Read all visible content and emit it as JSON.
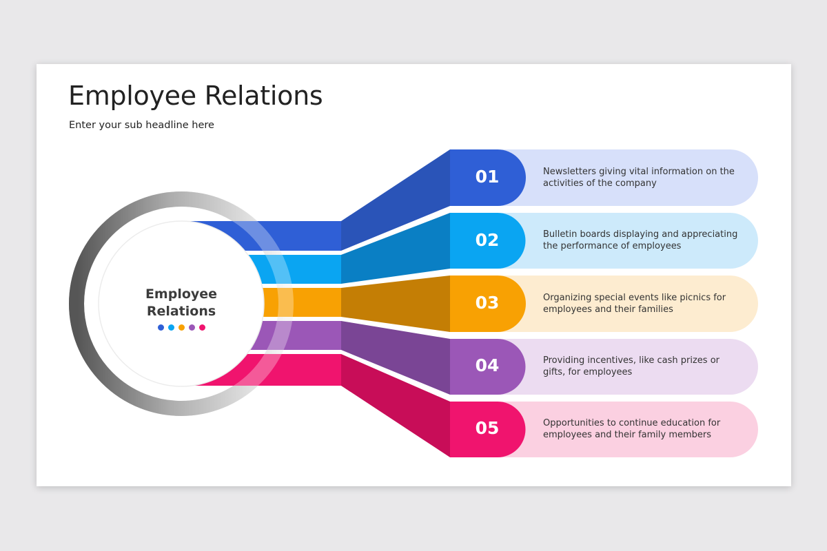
{
  "slide": {
    "title": "Employee Relations",
    "subtitle": "Enter your sub headline here"
  },
  "center": {
    "label_line1": "Employee",
    "label_line2": "Relations"
  },
  "items": [
    {
      "number": "01",
      "text": "Newsletters giving vital information on the activities of the company",
      "color": "#2f5fd6",
      "dark": "#2a54b8",
      "light": "#d7e0fa"
    },
    {
      "number": "02",
      "text": "Bulletin boards displaying and appreciating the performance of employees",
      "color": "#0aa5f2",
      "dark": "#0a7fc4",
      "light": "#cdeafb"
    },
    {
      "number": "03",
      "text": "Organizing special events like picnics for employees and their families",
      "color": "#f8a103",
      "dark": "#c47e05",
      "light": "#fdecd0"
    },
    {
      "number": "04",
      "text": "Providing incentives, like cash prizes or gifts, for employees",
      "color": "#9b57b7",
      "dark": "#7a4595",
      "light": "#ecdcf1"
    },
    {
      "number": "05",
      "text": "Opportunities to continue education for employees and their family members",
      "color": "#f0146e",
      "dark": "#c80d58",
      "light": "#fbd0e1"
    }
  ]
}
